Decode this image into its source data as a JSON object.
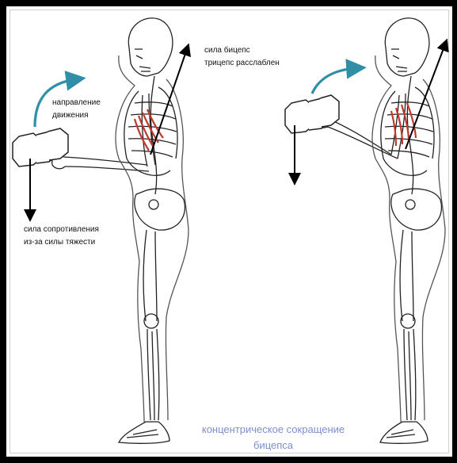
{
  "labels": {
    "bicep_force_line1": "сила бицепс",
    "bicep_force_line2": "трицепс расслаблен",
    "direction_line1": "направление",
    "direction_line2": "движения",
    "resistance_line1": "сила сопротивления",
    "resistance_line2": "из-за силы тяжести"
  },
  "caption": {
    "line1": "концентрическое сокращение",
    "line2": "бицепса"
  },
  "colors": {
    "direction_arrow": "#2e8fa6",
    "muscle": "#c0392b",
    "caption": "#7c8fd0"
  }
}
